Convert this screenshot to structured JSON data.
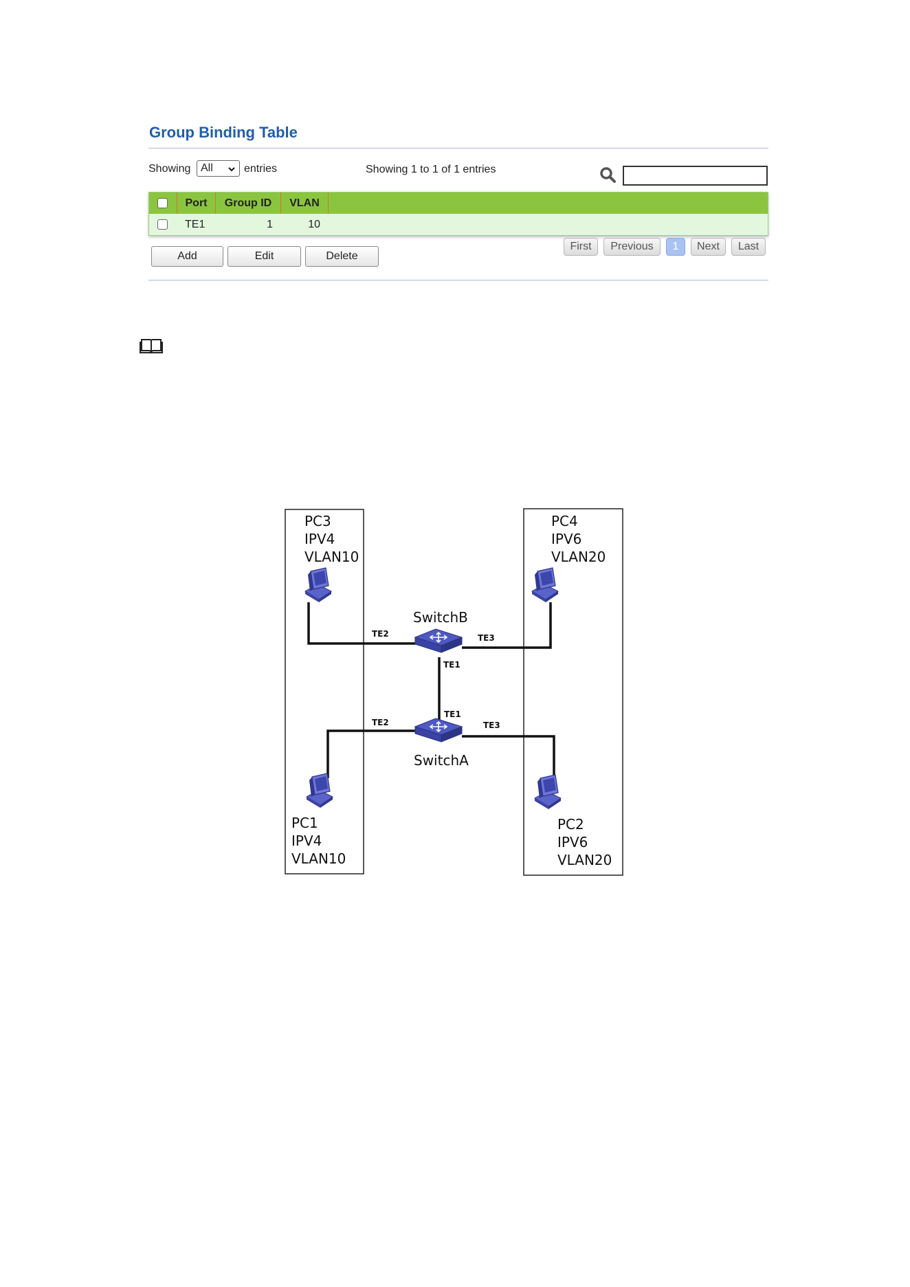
{
  "table": {
    "title": "Group Binding Table",
    "showing_prefix": "Showing",
    "entries_selected": "All",
    "entries_suffix": "entries",
    "info": "Showing 1 to 1 of 1 entries",
    "search_value": "",
    "columns": [
      "Port",
      "Group ID",
      "VLAN"
    ],
    "rows": [
      {
        "port": "TE1",
        "group_id": "1",
        "vlan": "10"
      }
    ]
  },
  "buttons": {
    "add": "Add",
    "edit": "Edit",
    "delete": "Delete"
  },
  "pagination": {
    "first": "First",
    "previous": "Previous",
    "current": "1",
    "next": "Next",
    "last": "Last"
  },
  "colors": {
    "title": "#1f5fa8",
    "header_bg": "#8bc53f",
    "row_bg": "#e3f7df",
    "page_active": "#a8c3f2",
    "switch_blue": "#3b46a8"
  },
  "icons": [
    "chevron-down-icon",
    "search-icon",
    "book-icon",
    "pc-icon",
    "switch-icon"
  ],
  "diagram": {
    "pc3": [
      "PC3",
      "IPV4",
      "VLAN10"
    ],
    "pc4": [
      "PC4",
      "IPV6",
      "VLAN20"
    ],
    "pc1": [
      "PC1",
      "IPV4",
      "VLAN10"
    ],
    "pc2": [
      "PC2",
      "IPV6",
      "VLAN20"
    ],
    "switch_b": "SwitchB",
    "switch_a": "SwitchA",
    "ports": {
      "b_left": "TE2",
      "b_right": "TE3",
      "b_bottom": "TE1",
      "a_top": "TE1",
      "a_left": "TE2",
      "a_right": "TE3"
    }
  }
}
